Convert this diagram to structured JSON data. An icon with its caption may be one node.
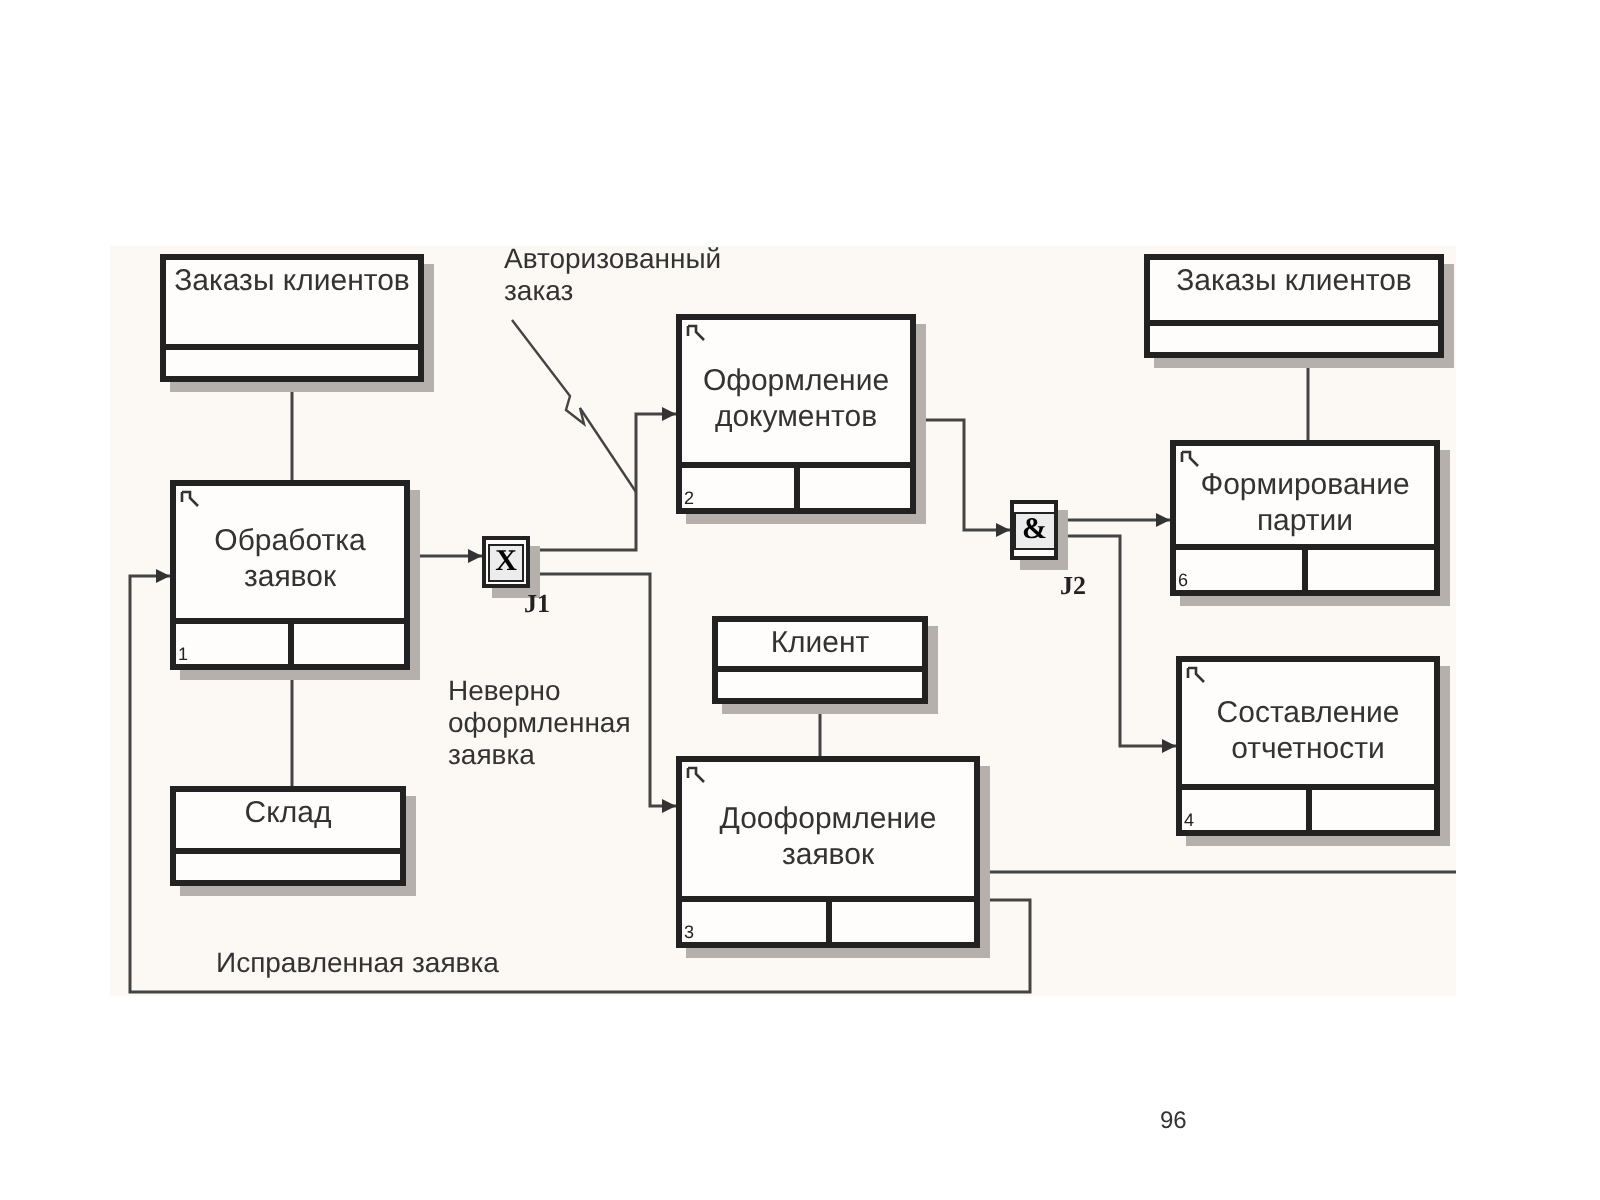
{
  "diagram": {
    "nodes": [
      {
        "text": [
          "Заказы клиентов"
        ]
      },
      {
        "text": [
          "Обработка заявок",
          "1"
        ]
      },
      {
        "text": [
          "Склад"
        ]
      },
      {
        "text": [
          "X"
        ],
        "beside": [
          "J1"
        ]
      },
      {
        "text": [
          "Оформление документов",
          "2"
        ]
      },
      {
        "text": [
          "Клиент"
        ]
      },
      {
        "text": [
          "Дооформление заявок",
          "3"
        ]
      },
      {
        "text": [
          "&"
        ],
        "beside": [
          "J2"
        ]
      },
      {
        "text": [
          "Заказы клиентов"
        ]
      },
      {
        "text": [
          "Формирование партии",
          "6"
        ]
      },
      {
        "text": [
          "Составление отчетности",
          "4"
        ]
      }
    ],
    "edges": [
      {
        "from": 0,
        "to": 1,
        "arrow": "none"
      },
      {
        "from": 1,
        "to": 2,
        "arrow": "none"
      },
      {
        "from": 1,
        "to": 3,
        "arrow": "to"
      },
      {
        "from": 3,
        "to": 4,
        "arrow": "to",
        "label": "Авторизованный заказ"
      },
      {
        "from": 3,
        "to": 6,
        "arrow": "to",
        "label": "Неверно оформленная заявка"
      },
      {
        "from": 6,
        "to": 1,
        "arrow": "to",
        "label": "Исправленная заявка"
      },
      {
        "from": 4,
        "to": 7,
        "arrow": "to"
      },
      {
        "from": 7,
        "to": 9,
        "arrow": "to"
      },
      {
        "from": 7,
        "to": 10,
        "arrow": "to"
      },
      {
        "from": 8,
        "to": 9,
        "arrow": "none"
      },
      {
        "from": 5,
        "to": 6,
        "arrow": "none"
      },
      {
        "from": 6,
        "to": null,
        "arrow": "none"
      }
    ],
    "labels": [
      "96"
    ]
  }
}
